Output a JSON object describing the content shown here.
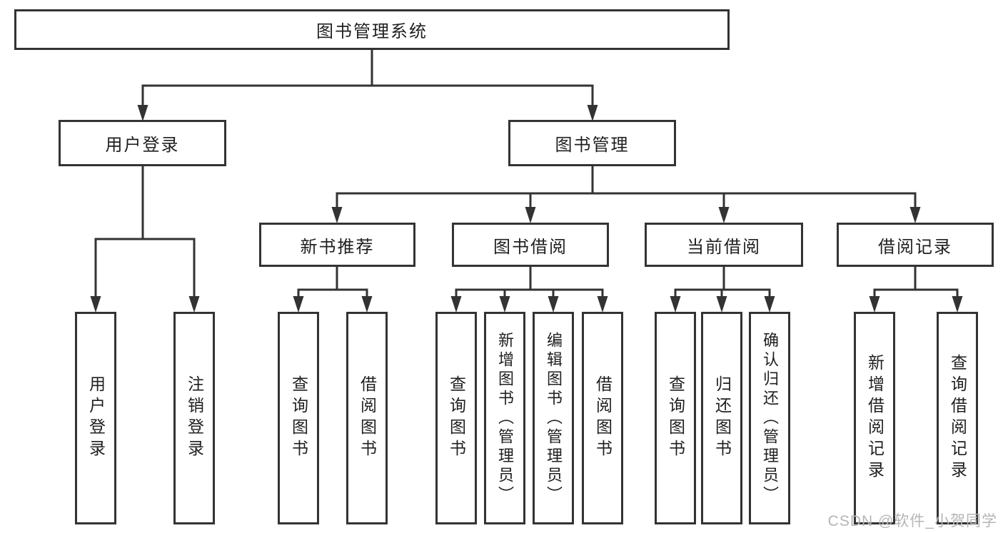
{
  "tree": {
    "root": {
      "label": "图书管理系统"
    },
    "user_login": {
      "label": "用户登录",
      "children": [
        {
          "label": "用户登录"
        },
        {
          "label": "注销登录"
        }
      ]
    },
    "book_management": {
      "label": "图书管理",
      "sections": [
        {
          "label": "新书推荐",
          "children": [
            {
              "label": "查询图书"
            },
            {
              "label": "借阅图书"
            }
          ]
        },
        {
          "label": "图书借阅",
          "children": [
            {
              "label": "查询图书"
            },
            {
              "label": "新增图书（管理员）"
            },
            {
              "label": "编辑图书（管理员）"
            },
            {
              "label": "借阅图书"
            }
          ]
        },
        {
          "label": "当前借阅",
          "children": [
            {
              "label": "查询图书"
            },
            {
              "label": "归还图书"
            },
            {
              "label": "确认归还（管理员）"
            }
          ]
        },
        {
          "label": "借阅记录",
          "children": [
            {
              "label": "新增借阅记录"
            },
            {
              "label": "查询借阅记录"
            }
          ]
        }
      ]
    }
  },
  "watermark": {
    "text": "CSDN @软件_小贺同学"
  },
  "colors": {
    "line": "#333333",
    "box_border": "#333333",
    "text": "#1f1f1f",
    "background": "#ffffff",
    "watermark": "#b5b5b5"
  }
}
